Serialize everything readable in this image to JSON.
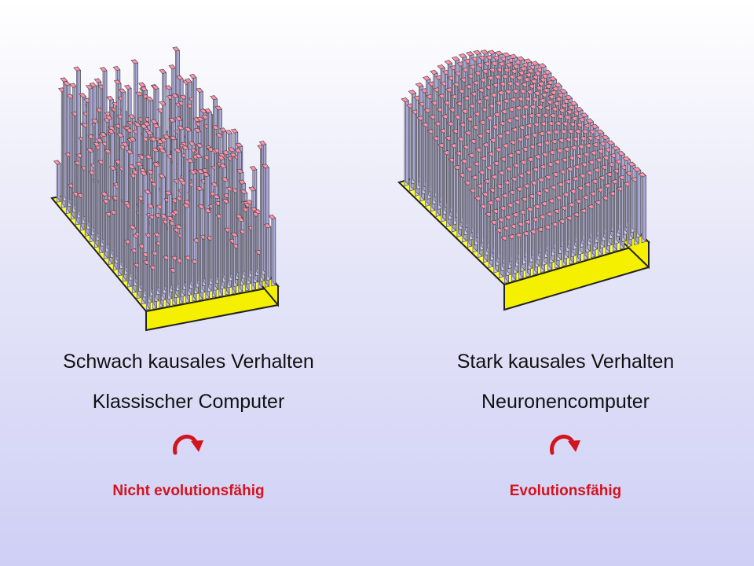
{
  "panels": [
    {
      "caption_line1": "Schwach kausales Verhalten",
      "caption_line2": "Klassischer Computer",
      "verdict": "Nicht evolutionsfähig",
      "surface": "random",
      "arrow_icon": "curved-arrow-icon"
    },
    {
      "caption_line1": "Stark kausales Verhalten",
      "caption_line2": "Neuronencomputer",
      "verdict": "Evolutionsfähig",
      "surface": "smooth",
      "arrow_icon": "curved-arrow-icon"
    }
  ],
  "colors": {
    "base_top": "#ffff40",
    "base_side": "#f5f000",
    "bar_front": "#c8c6e8",
    "bar_side": "#a8a6d4",
    "bar_top": "#ff8fa8",
    "verdict": "#d2141e",
    "arrow": "#d2141e",
    "outline": "#222222"
  }
}
